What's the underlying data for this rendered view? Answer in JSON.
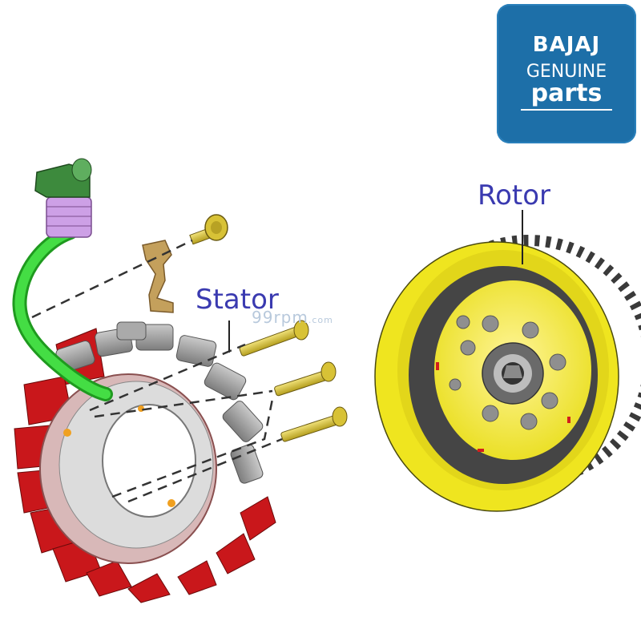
{
  "logo": {
    "brand": "BAJAJ",
    "line2": "GENUINE",
    "line3": "parts",
    "colors": {
      "background": "#1d6fa8",
      "text": "#ffffff"
    }
  },
  "labels": {
    "rotor": "Rotor",
    "stator": "Stator",
    "color": "#3a3ab0"
  },
  "watermark": {
    "main": "99rpm",
    "suffix": ".com"
  },
  "parts": [
    "rotor",
    "stator",
    "coil",
    "wire",
    "connector",
    "screw",
    "bolt",
    "bracket"
  ],
  "colors": {
    "rotor": "#f2ea2a",
    "coil": "#cc1a1a",
    "pole": "#9a9a9a",
    "wire": "#2fc22f",
    "connector": "#3d8a3d",
    "bolt": "#d6c23a"
  }
}
